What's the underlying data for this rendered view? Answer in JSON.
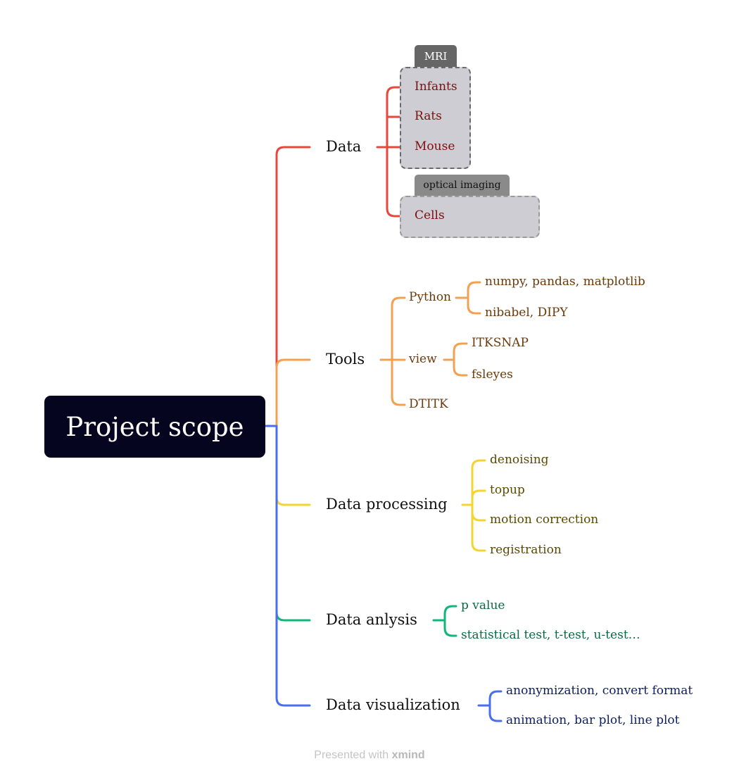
{
  "root": {
    "label": "Project scope",
    "color": "#05051f"
  },
  "branches": {
    "data": {
      "label": "Data",
      "color": "#e8473e",
      "boundaries": [
        {
          "tag": "MRI",
          "items": [
            "Infants",
            "Rats",
            "Mouse"
          ]
        },
        {
          "tag": "optical imaging",
          "items": [
            "Cells"
          ]
        }
      ]
    },
    "tools": {
      "label": "Tools",
      "color": "#f4a051",
      "python": {
        "label": "Python",
        "children": [
          "numpy, pandas, matplotlib",
          "nibabel, DIPY"
        ]
      },
      "view": {
        "label": "view",
        "children": [
          "ITKSNAP",
          "fsleyes"
        ]
      },
      "dtitk": {
        "label": "DTITK"
      }
    },
    "processing": {
      "label": "Data processing",
      "color": "#f2d531",
      "children": [
        "denoising",
        "topup",
        "motion correction",
        "registration"
      ]
    },
    "analysis": {
      "label": "Data anlysis",
      "color": "#12b67a",
      "children": [
        "p value",
        "statistical test, t-test, u-test…"
      ]
    },
    "visualization": {
      "label": "Data visualization",
      "color": "#4a6ef0",
      "children": [
        "anonymization, convert format",
        "animation, bar plot, line plot"
      ]
    }
  },
  "footer": {
    "prefix": "Presented with",
    "brand": "xmind"
  }
}
